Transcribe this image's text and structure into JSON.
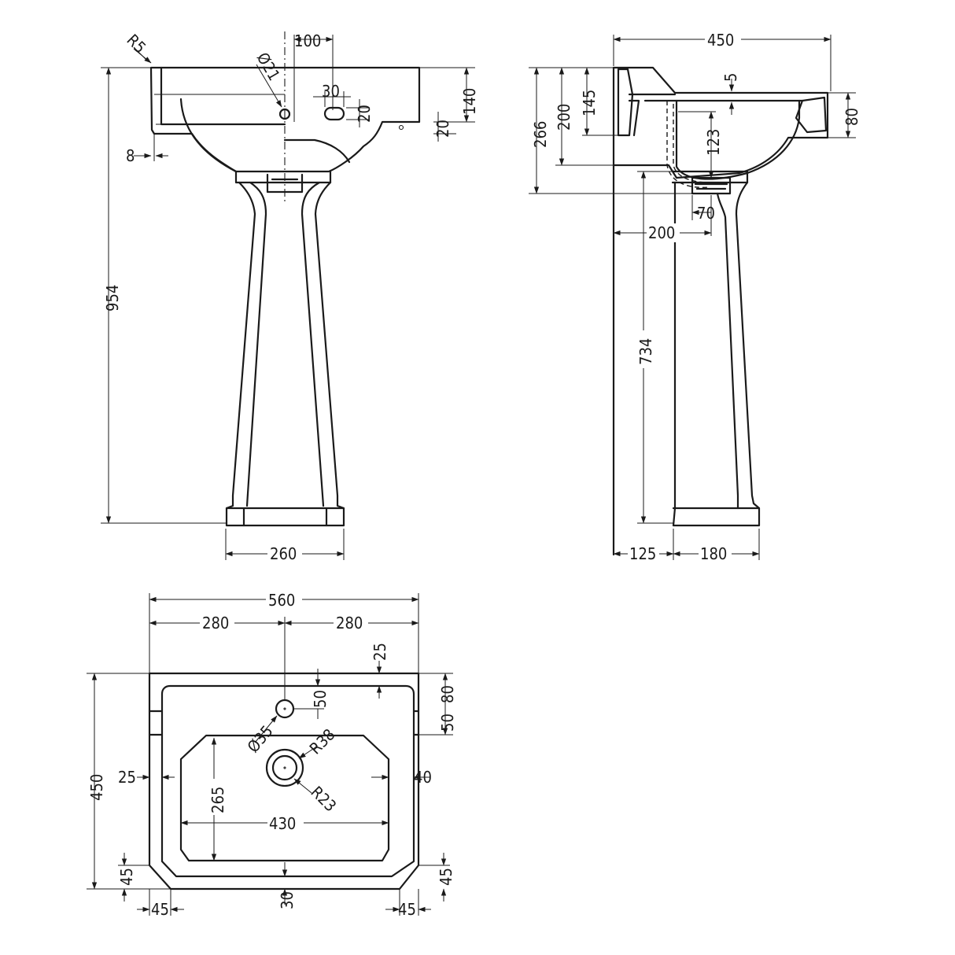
{
  "colors": {
    "line": "#1a1a1a",
    "background": "#ffffff"
  },
  "front_view": {
    "radius_top": "R5",
    "tap_hole_offset": "100",
    "tap_hole_dia": "Ø21",
    "overflow_width": "30",
    "overflow_height": "20",
    "deck_height": "140",
    "rim_step": "20",
    "wall_gap": "8",
    "total_height": "954",
    "foot_width": "260"
  },
  "side_view": {
    "depth": "450",
    "deck_drop": "5",
    "bowl_depth_overall": "266",
    "bowl_depth": "200",
    "fixing_height": "145",
    "waste_rise": "123",
    "front_rim": "80",
    "waste_width": "70",
    "waste_setback": "200",
    "pedestal_height": "734",
    "foot_setback": "125",
    "foot_depth": "180"
  },
  "plan_view": {
    "overall_width": "560",
    "half_left": "280",
    "half_right": "280",
    "tap_back": "25",
    "tap_offset": "50",
    "rim_front": "80",
    "rim_side": "50",
    "tap_hole_dia": "Ø35",
    "waste_outer": "R38",
    "waste_inner": "R23",
    "side_left": "25",
    "side_right": "40",
    "overall_depth": "450",
    "bowl_depth": "265",
    "bowl_width": "430",
    "chamfer_left_v": "45",
    "chamfer_right_v": "45",
    "front_thickness": "30",
    "chamfer_left_h": "45",
    "chamfer_right_h": "45"
  }
}
